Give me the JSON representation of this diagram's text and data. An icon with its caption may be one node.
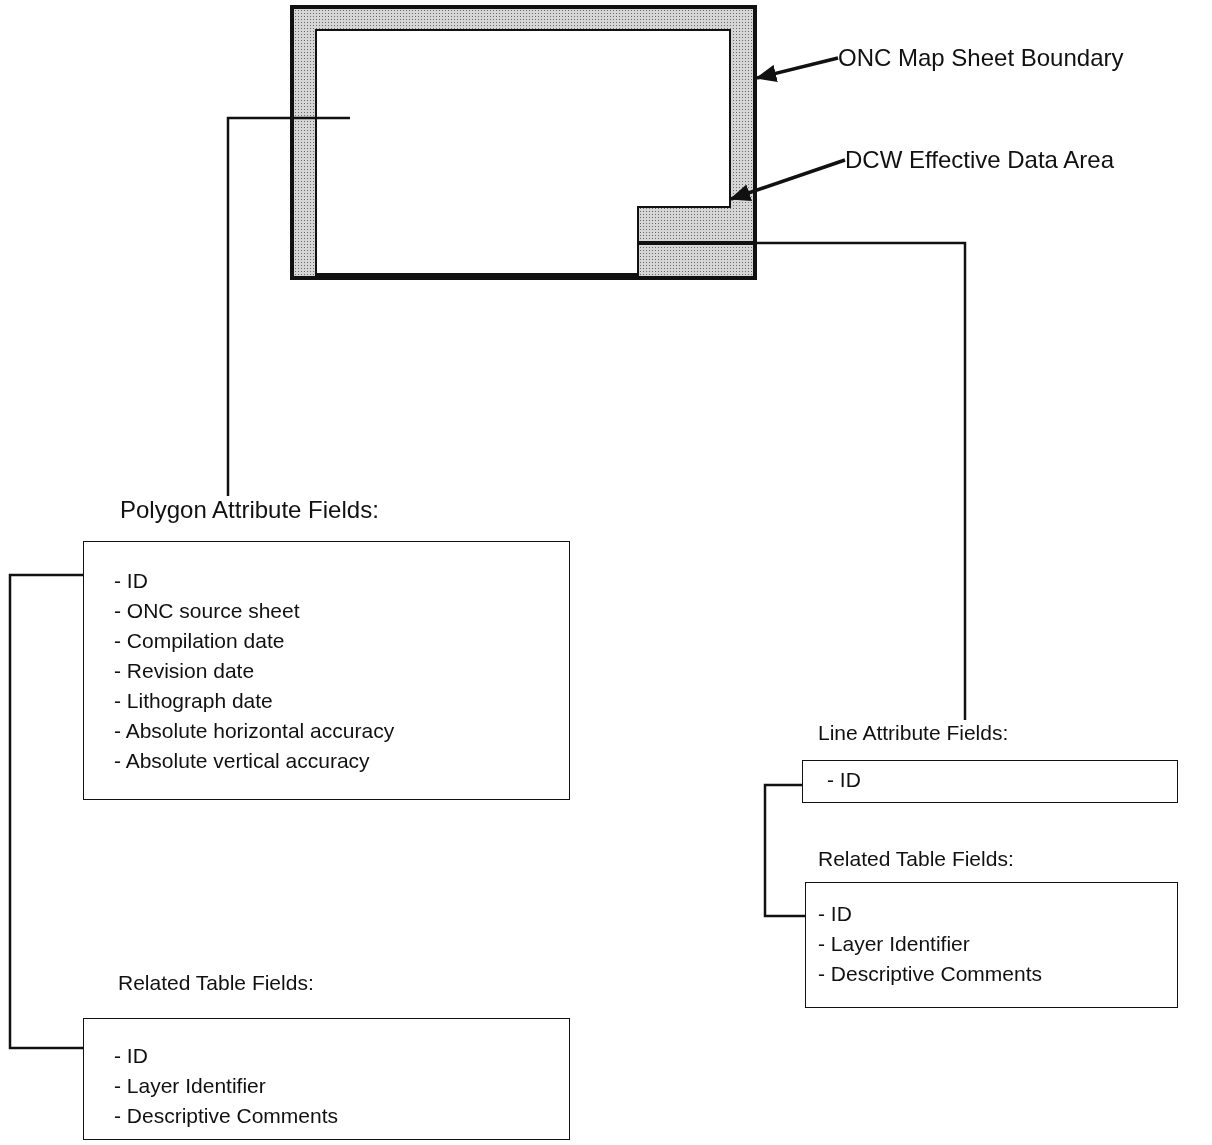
{
  "diagram": {
    "nodes": [
      {
        "text": [],
        "shape": "box"
      },
      {
        "text": [],
        "shape": "box",
        "in": 0
      },
      {
        "text": [],
        "shape": "bar",
        "in": 0
      },
      {
        "text": [
          "ONC Map Sheet Boundary"
        ]
      },
      {
        "text": [
          "DCW Effective Data Area"
        ]
      },
      {
        "text": [
          "Polygon Attribute Fields:",
          "- ID",
          "- ONC source sheet",
          "- Compilation date",
          "- Revision date",
          "- Lithograph date",
          "- Absolute horizontal accuracy",
          "- Absolute vertical accuracy"
        ]
      },
      {
        "text": [
          "Related Table Fields:",
          "- ID",
          "- Layer Identifier",
          "- Descriptive Comments"
        ]
      },
      {
        "text": [
          "Line Attribute Fields:",
          "- ID"
        ]
      },
      {
        "text": [
          "Related Table Fields:",
          "- ID",
          "- Layer Identifier",
          "- Descriptive Comments"
        ]
      }
    ],
    "edges": [
      {
        "from": 3,
        "to": 0,
        "arrow": "to"
      },
      {
        "from": 4,
        "to": 1,
        "arrow": "to"
      },
      {
        "from": 1,
        "to": 5,
        "arrow": "none"
      },
      {
        "from": 2,
        "to": 7,
        "arrow": "none"
      },
      {
        "from": 5,
        "to": 6,
        "arrow": "none"
      },
      {
        "from": 7,
        "to": 8,
        "arrow": "none"
      }
    ]
  }
}
